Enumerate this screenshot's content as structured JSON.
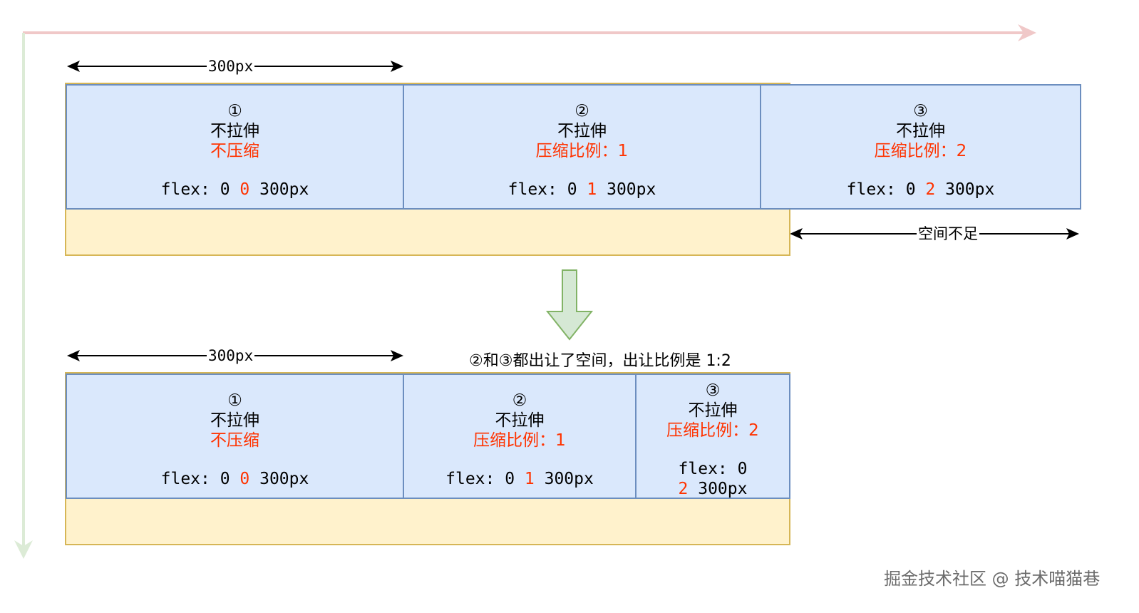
{
  "top": {
    "width_label": "300px",
    "shortfall_label": "空间不足",
    "items": [
      {
        "num": "①",
        "line1": "不拉伸",
        "line2": "不压缩",
        "flex_pre": "flex: 0 ",
        "flex_shrink": "0",
        "flex_post": " 300px"
      },
      {
        "num": "②",
        "line1": "不拉伸",
        "line2": "压缩比例：1",
        "flex_pre": "flex: 0 ",
        "flex_shrink": "1",
        "flex_post": " 300px"
      },
      {
        "num": "③",
        "line1": "不拉伸",
        "line2": "压缩比例：2",
        "flex_pre": "flex: 0 ",
        "flex_shrink": "2",
        "flex_post": " 300px"
      }
    ]
  },
  "bottom": {
    "width_label": "300px",
    "caption": "②和③都出让了空间，出让比例是 1:2",
    "items": [
      {
        "num": "①",
        "line1": "不拉伸",
        "line2": "不压缩",
        "flex_pre": "flex: 0 ",
        "flex_shrink": "0",
        "flex_post": " 300px"
      },
      {
        "num": "②",
        "line1": "不拉伸",
        "line2": "压缩比例：1",
        "flex_pre": "flex: 0 ",
        "flex_shrink": "1",
        "flex_post": " 300px"
      },
      {
        "num": "③",
        "line1": "不拉伸",
        "line2": "压缩比例：2",
        "flex_pre": "flex: 0",
        "flex_shrink": "2",
        "flex_post": " 300px"
      }
    ]
  },
  "watermark": "掘金技术社区 @ 技术喵猫巷",
  "colors": {
    "item_fill": "#dae8fc",
    "item_border": "#6c8ebf",
    "container_fill": "#fff2cc",
    "container_border": "#d6b656",
    "highlight": "#ff3300",
    "main_axis": "#f8cecc",
    "cross_axis": "#d5e8d4"
  }
}
